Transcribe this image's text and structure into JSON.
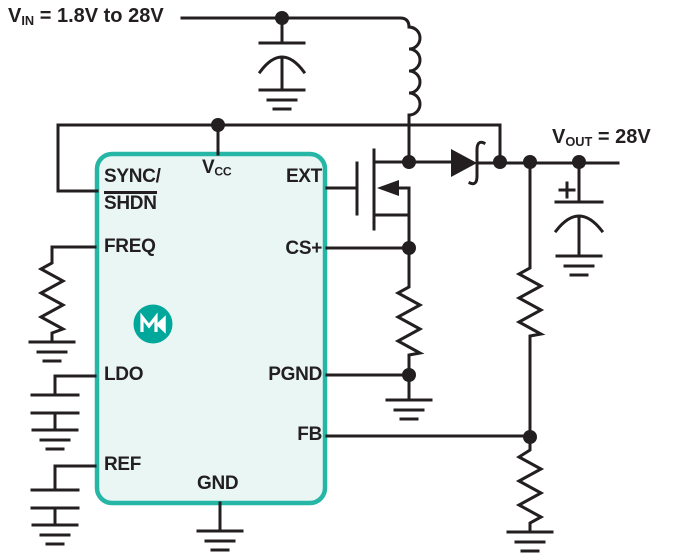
{
  "labels": {
    "vin": {
      "sym": "V",
      "sub": "IN",
      "rest": " = 1.8V to 28V"
    },
    "vout": {
      "sym": "V",
      "sub": "OUT",
      "rest": " = 28V"
    }
  },
  "ic": {
    "pins": {
      "sync": "SYNC/",
      "shdn": "SHDN",
      "freq": "FREQ",
      "ldo": "LDO",
      "ref": "REF",
      "gnd": "GND",
      "ext": "EXT",
      "cs": "CS+",
      "pgnd": "PGND",
      "fb": "FB"
    },
    "vcc": {
      "sym": "V",
      "sub": "CC"
    }
  },
  "icons": {
    "logo": "maxim-logo",
    "components": [
      "inductor",
      "schottky-diode",
      "nmos-transistor",
      "capacitor",
      "resistor",
      "ground-symbol",
      "junction-dot"
    ]
  },
  "theme": {
    "background": "#ffffff",
    "text": "#231f20",
    "wire": "#231f20",
    "ic_border": "#25b6a6",
    "ic_fill": "#e9f6f4",
    "logo": "#00a79b"
  }
}
